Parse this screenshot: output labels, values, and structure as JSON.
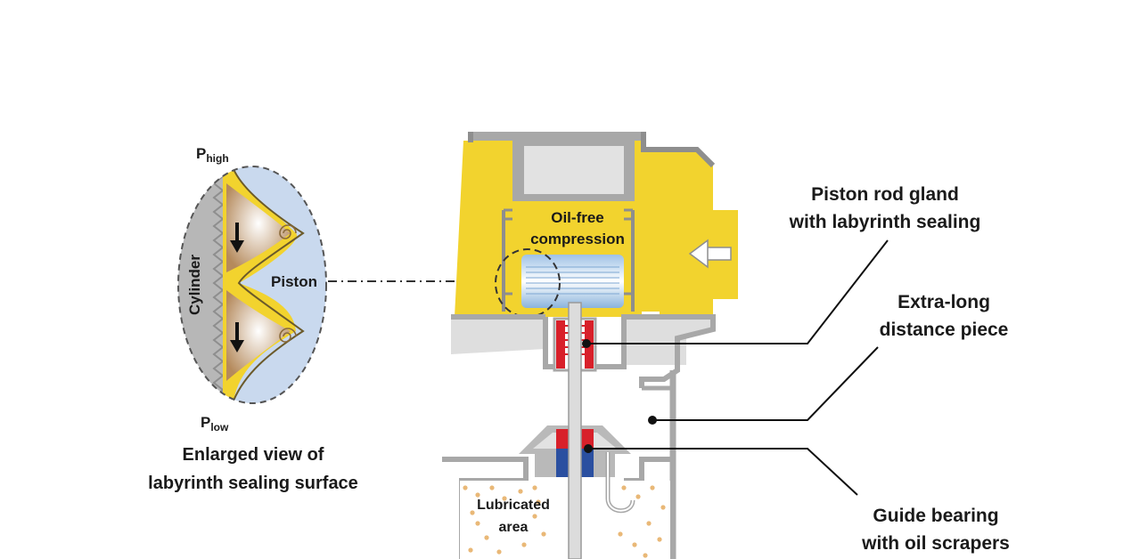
{
  "enlarged_view": {
    "p_high": "P",
    "p_high_sub": "high",
    "p_low": "P",
    "p_low_sub": "low",
    "cylinder_label": "Cylinder",
    "piston_label": "Piston",
    "caption_line1": "Enlarged view of",
    "caption_line2": "labyrinth sealing surface"
  },
  "compressor": {
    "oil_free_line1": "Oil-free",
    "oil_free_line2": "compression",
    "lubricated_line1": "Lubricated",
    "lubricated_line2": "area"
  },
  "callouts": {
    "gland_line1": "Piston rod gland",
    "gland_line2": "with labyrinth sealing",
    "distance_line1": "Extra-long",
    "distance_line2": "distance piece",
    "guide_line1": "Guide bearing",
    "guide_line2": "with oil scrapers"
  },
  "colors": {
    "yellow": "#f2d32e",
    "gray": "#a8a8a8",
    "light_gray": "#e2e2e2",
    "blue": "#c9d9ee",
    "red": "#d8202a",
    "dark_blue": "#2a4fa0",
    "dots": "#e9b877"
  }
}
